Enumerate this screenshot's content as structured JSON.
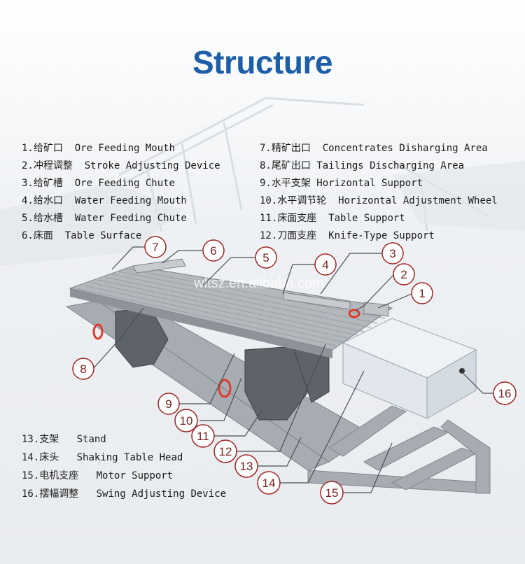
{
  "title": "Structure",
  "legend_left": [
    {
      "num": "1.",
      "zh": "给矿口",
      "en": "Ore Feeding Mouth"
    },
    {
      "num": "2.",
      "zh": "冲程调整",
      "en": "Stroke Adjusting Device"
    },
    {
      "num": "3.",
      "zh": "给矿槽",
      "en": "Ore Feeding Chute"
    },
    {
      "num": "4.",
      "zh": "给水口",
      "en": "Water Feeding Mouth"
    },
    {
      "num": "5.",
      "zh": "给水槽",
      "en": "Water Feeding Chute"
    },
    {
      "num": "6.",
      "zh": "床面",
      "en": "Table Surface"
    }
  ],
  "legend_right": [
    {
      "num": "7.",
      "zh": "精矿出口",
      "en": "Concentrates Disharging Area"
    },
    {
      "num": "8.",
      "zh": "尾矿出口",
      "en": "Tailings Discharging Area"
    },
    {
      "num": "9.",
      "zh": "水平支架",
      "en": "Horizontal Support"
    },
    {
      "num": "10.",
      "zh": "水平调节轮",
      "en": "Horizontal Adjustment Wheel"
    },
    {
      "num": "11.",
      "zh": "床面支座",
      "en": "Table Support"
    },
    {
      "num": "12.",
      "zh": "刀面支座",
      "en": "Knife-Type Support"
    }
  ],
  "legend_bottom": [
    {
      "num": "13.",
      "zh": "支架",
      "en": "Stand"
    },
    {
      "num": "14.",
      "zh": "床头",
      "en": "Shaking Table Head"
    },
    {
      "num": "15.",
      "zh": "电机支座",
      "en": "Motor Support"
    },
    {
      "num": "16.",
      "zh": "摆幅调整",
      "en": "Swing Adjusting Device"
    }
  ],
  "watermark": "wltsz.en.alibaba.com",
  "callouts": [
    "1",
    "2",
    "3",
    "4",
    "5",
    "6",
    "7",
    "8",
    "9",
    "10",
    "11",
    "12",
    "13",
    "14",
    "15",
    "16"
  ],
  "colors": {
    "title": "#1d5ea8",
    "callout_border": "#a02424",
    "callout_fill": "#ffffff",
    "frame": "#9aa0a6",
    "table": "#a8adb2",
    "wheel": "#e03a2a",
    "head_box": "#e6ebef"
  }
}
